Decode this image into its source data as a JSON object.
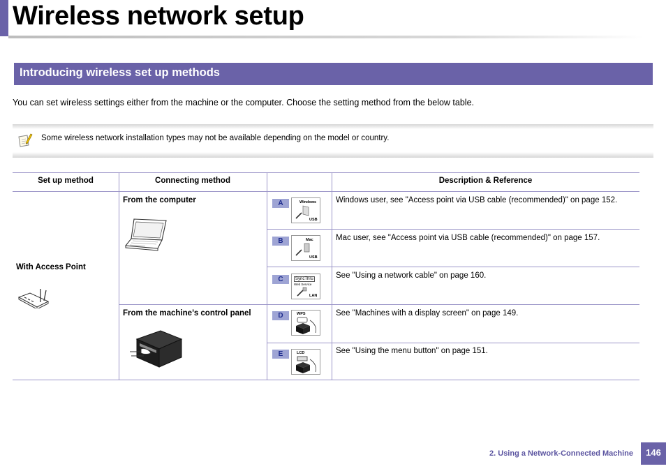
{
  "page": {
    "title": "Wireless network setup",
    "section_title": "Introducing wireless set up methods",
    "intro": "You can set wireless settings either from the machine or the computer. Choose the setting method from the below table.",
    "note": "Some wireless network installation types may not be available depending on the model or country.",
    "note_icon": "note-pencil-icon"
  },
  "table": {
    "headers": [
      "Set up method",
      "Connecting method",
      "",
      "Description & Reference"
    ],
    "setup_method": "With Access Point",
    "groups": [
      {
        "label": "From the computer"
      },
      {
        "label": "From the machine’s control panel"
      }
    ],
    "rows": [
      {
        "badge": "A",
        "thumb_label": "Windows",
        "thumb_sub": "USB",
        "description": "Windows user, see \"Access point via USB cable (recommended)\" on page 152."
      },
      {
        "badge": "B",
        "thumb_label": "Mac",
        "thumb_sub": "USB",
        "description": "Mac user, see \"Access point via USB cable (recommended)\" on page 157."
      },
      {
        "badge": "C",
        "thumb_label": "SyncThru",
        "thumb_label2": "Web Service",
        "thumb_sub": "LAN",
        "description": "See \"Using a network cable\" on page 160."
      },
      {
        "badge": "D",
        "thumb_label": "WPS",
        "description": "See \"Machines with a display screen\" on page 149."
      },
      {
        "badge": "E",
        "thumb_label": "LCD",
        "description": "See \"Using the menu button\" on page 151."
      }
    ]
  },
  "footer": {
    "chapter": "2.  Using a Network-Connected Machine",
    "page_number": "146"
  },
  "colors": {
    "accent": "#6a62a8",
    "table_line": "#9b95c8",
    "badge_bg": "#9ea4d4"
  }
}
